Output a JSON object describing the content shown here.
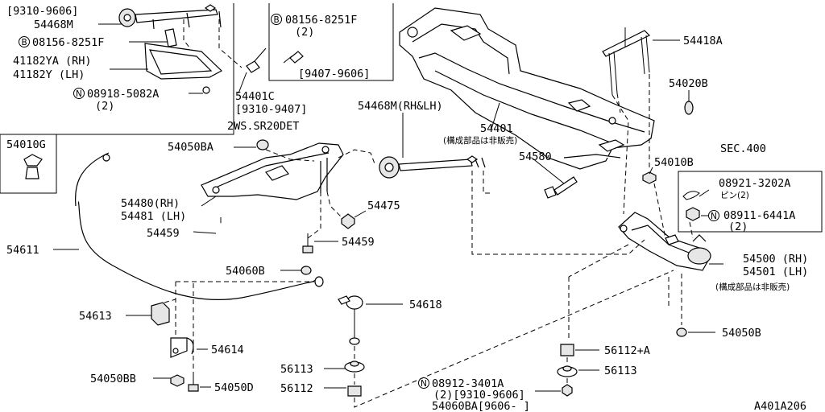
{
  "labels": {
    "l_9310_9606": "[9310-9606]",
    "l_54468M": "54468M",
    "l_B08156_top": "08156-8251F",
    "l_41182YA": "41182YA (RH)",
    "l_41182Y": "41182Y  (LH)",
    "l_N08918": "08918-5082A",
    "l_N08918_qty": "(2)",
    "l_B08156_box": "08156-8251F",
    "l_B08156_box_qty": "(2)",
    "l_9407_9606": "[9407-9606]",
    "l_54401C": "54401C",
    "l_9310_9407": "[9310-9407]",
    "l_2WS": "2WS.SR20DET",
    "l_54418A": "54418A",
    "l_54020B": "54020B",
    "l_54468M_rhlh": "54468M(RH&LH)",
    "l_54401": "54401",
    "l_54401_note": "(構成部品は非販売)",
    "l_54010G": "54010G",
    "l_54050BA": "54050BA",
    "l_54580": "54580",
    "l_54010B": "54010B",
    "l_sec400": "SEC.400",
    "l_08921": "08921-3202A",
    "l_pin": "ピン(2)",
    "l_N08911": "08911-6441A",
    "l_N08911_qty": "(2)",
    "l_54480": "54480(RH)",
    "l_54481": "54481 (LH)",
    "l_54475": "54475",
    "l_54459a": "54459",
    "l_54459b": "54459",
    "l_54611": "54611",
    "l_54060B": "54060B",
    "l_54500": "54500 (RH)",
    "l_54501": "54501 (LH)",
    "l_5450x_note": "(構成部品は非販売)",
    "l_54613": "54613",
    "l_54618": "54618",
    "l_54614": "54614",
    "l_54050B": "54050B",
    "l_56112A": "56112+A",
    "l_56113a": "56113",
    "l_56113b": "56113",
    "l_54050BB": "54050BB",
    "l_54050D": "54050D",
    "l_56112": "56112",
    "l_N08912": "08912-3401A",
    "l_N08912_qty": "(2)[9310-9606]",
    "l_54060BA": "54060BA[9606-     ]",
    "l_code": "A401A206"
  },
  "symbols": {
    "bolt_mark": "B",
    "nut_mark": "N"
  }
}
